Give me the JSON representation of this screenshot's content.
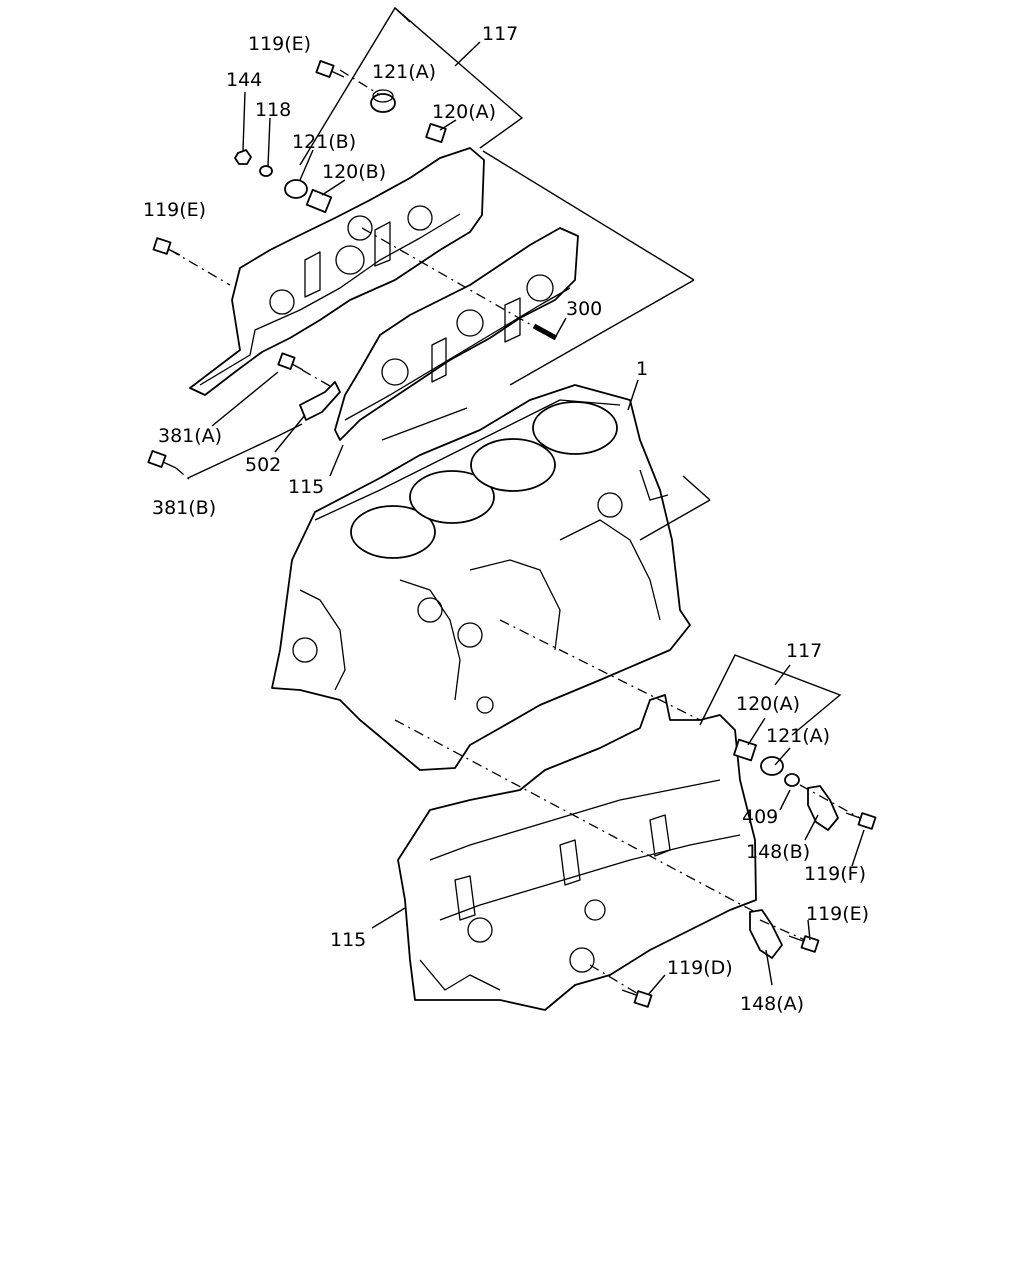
{
  "labels": {
    "l119E_top": "119(E)",
    "l117_top": "117",
    "l121A_top": "121(A)",
    "l144": "144",
    "l118": "118",
    "l120A_top": "120(A)",
    "l121B": "121(B)",
    "l120B": "120(B)",
    "l119E_left": "119(E)",
    "l300": "300",
    "l1": "1",
    "l381A": "381(A)",
    "l502": "502",
    "l115_top": "115",
    "l381B": "381(B)",
    "l117_right": "117",
    "l120A_right": "120(A)",
    "l121A_right": "121(A)",
    "l409": "409",
    "l148B": "148(B)",
    "l119F": "119(F)",
    "l119E_right": "119(E)",
    "l115_bottom": "115",
    "l119D": "119(D)",
    "l148A": "148(A)"
  }
}
